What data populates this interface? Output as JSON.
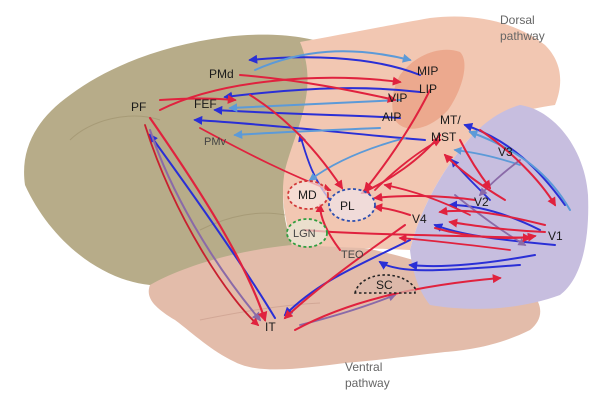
{
  "pathways": {
    "dorsal_line1": "Dorsal",
    "dorsal_line2": "pathway",
    "ventral_line1": "Ventral",
    "ventral_line2": "pathway"
  },
  "areas": {
    "PF": "PF",
    "PMd": "PMd",
    "FEF": "FEF",
    "PMv": "PMv",
    "MIP": "MIP",
    "LIP": "LIP",
    "VIP": "VIP",
    "AIP": "AIP",
    "MT_MST_line1": "MT/",
    "MT_MST_line2": "MST",
    "V3": "V3",
    "V2_dorsal": "V2",
    "V4": "V4",
    "V2_ventral": "V2",
    "V1": "V1",
    "MD": "MD",
    "PL": "PL",
    "LGN": "LGN",
    "TEO": "TEO",
    "SC": "SC",
    "IT": "IT"
  },
  "colors": {
    "frontal_lobe": "#b7ac89",
    "temporal_lobe": "#e3bcaa",
    "parietal_lobe": "#f2c7b2",
    "occipital_lobe": "#c7bedf",
    "parietal_highlight": "#eba387",
    "feedforward_arrow": "#e0223e",
    "feedback_arrow": "#2a2fd6",
    "light_arrow": "#5c9ad8",
    "purple_arrow": "#8a6aa8",
    "MD_ring": "#d23a3a",
    "PL_ring": "#2e4fb0",
    "LGN_ring": "#2f9e3f",
    "SC_ring": "#222222"
  }
}
